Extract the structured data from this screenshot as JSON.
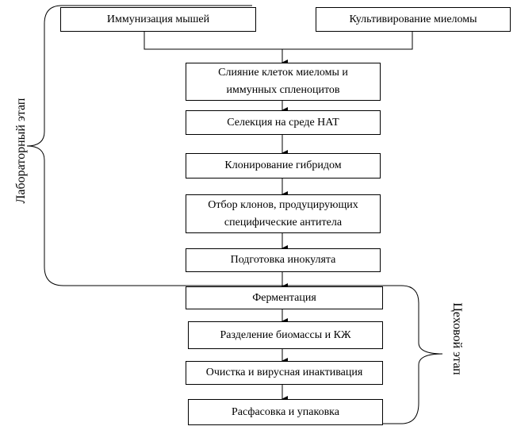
{
  "steps": {
    "immunization": "Иммунизация мышей",
    "myeloma_culture": "Культивирование миеломы",
    "fusion_line1": "Слияние клеток миеломы и",
    "fusion_line2": "иммунных спленоцитов",
    "selection": "Селекция на среде НАТ",
    "cloning": "Клонирование гибридом",
    "screening_line1": "Отбор клонов, продуцирующих",
    "screening_line2": "специфические антитела",
    "inoculum": "Подготовка инокулята",
    "fermentation": "Ферментация",
    "separation": "Разделение биомассы и КЖ",
    "purification": "Очистка и вирусная инактивация",
    "packaging": "Расфасовка и упаковка"
  },
  "stages": {
    "laboratory": "Лабораторный этап",
    "workshop": "Цеховой этап"
  }
}
